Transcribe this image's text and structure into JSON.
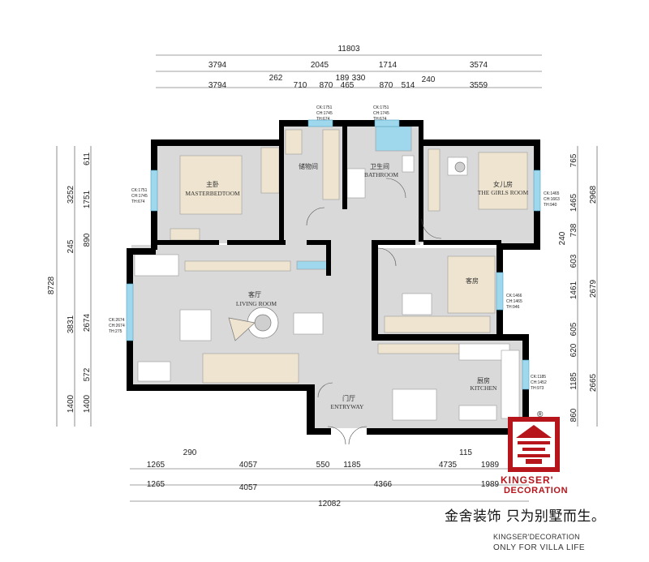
{
  "dims_top": {
    "overall": "11803",
    "row1": [
      "3794",
      "2045",
      "1714",
      "3574"
    ],
    "row2a": [
      "3794",
      "262",
      "710",
      "870",
      "189",
      "330",
      "870",
      "514",
      "240",
      "3559"
    ],
    "row2b": [
      "465"
    ]
  },
  "dims_bottom": {
    "row1": [
      "290",
      "1265",
      "4057",
      "550",
      "1185",
      "115",
      "4735",
      "1989"
    ],
    "row2": [
      "1265",
      "4057",
      "4366",
      "1989"
    ],
    "overall": "12082"
  },
  "dims_left": {
    "overall": "8728",
    "col2": [
      "3252",
      "245",
      "3831",
      "1400"
    ],
    "col1": [
      "611",
      "1751",
      "890",
      "2674",
      "572",
      "1400"
    ]
  },
  "dims_right": {
    "col1": [
      "765",
      "1465",
      "738",
      "240",
      "603",
      "1461",
      "605",
      "620",
      "1185",
      "860"
    ],
    "col2": [
      "2968",
      "2679",
      "2665"
    ]
  },
  "windows": {
    "storage": [
      "CK:1751",
      "CH:1745",
      "TH:674"
    ],
    "bath": [
      "CK:1751",
      "CH:1745",
      "TH:674"
    ],
    "master": [
      "CK:1751",
      "CH:1745",
      "TH:674"
    ],
    "girls": [
      "CK:1465",
      "CH:1663",
      "TH:940"
    ],
    "guest": [
      "CK:1466",
      "CH:1465",
      "TH:946"
    ],
    "living": [
      "CK:2674",
      "CH:2674",
      "TH:275"
    ],
    "kitchen": [
      "CK:1185",
      "CH:1452",
      "TH:973"
    ]
  },
  "rooms": {
    "master": {
      "cn": "主卧",
      "en": "MASTERBEDTOOM"
    },
    "storage": {
      "cn": "储物间"
    },
    "bathroom": {
      "cn": "卫生间",
      "en": "BATHROOM"
    },
    "girls": {
      "cn": "女儿房",
      "en": "THE GIRLS ROOM"
    },
    "living": {
      "cn": "客厅",
      "en": "LIVING ROOM"
    },
    "guest": {
      "cn": "客房"
    },
    "kitchen": {
      "cn": "厨房",
      "en": "KITCHEN"
    },
    "entry": {
      "cn": "门厅",
      "en": "ENTRYWAY"
    }
  },
  "mark": "®",
  "brand": {
    "name": "KINGSER'",
    "sub": "DECORATION",
    "slogan": "金舍装饰 只为别墅而生。",
    "tagline1": "KINGSER'DECORATION",
    "tagline2": "ONLY FOR VILLA LIFE"
  },
  "colors": {
    "wall": "#000000",
    "floor": "#d9d9d9",
    "furniture": "#efe4cf",
    "window": "#9fd8ec",
    "brand": "#b5151b"
  }
}
